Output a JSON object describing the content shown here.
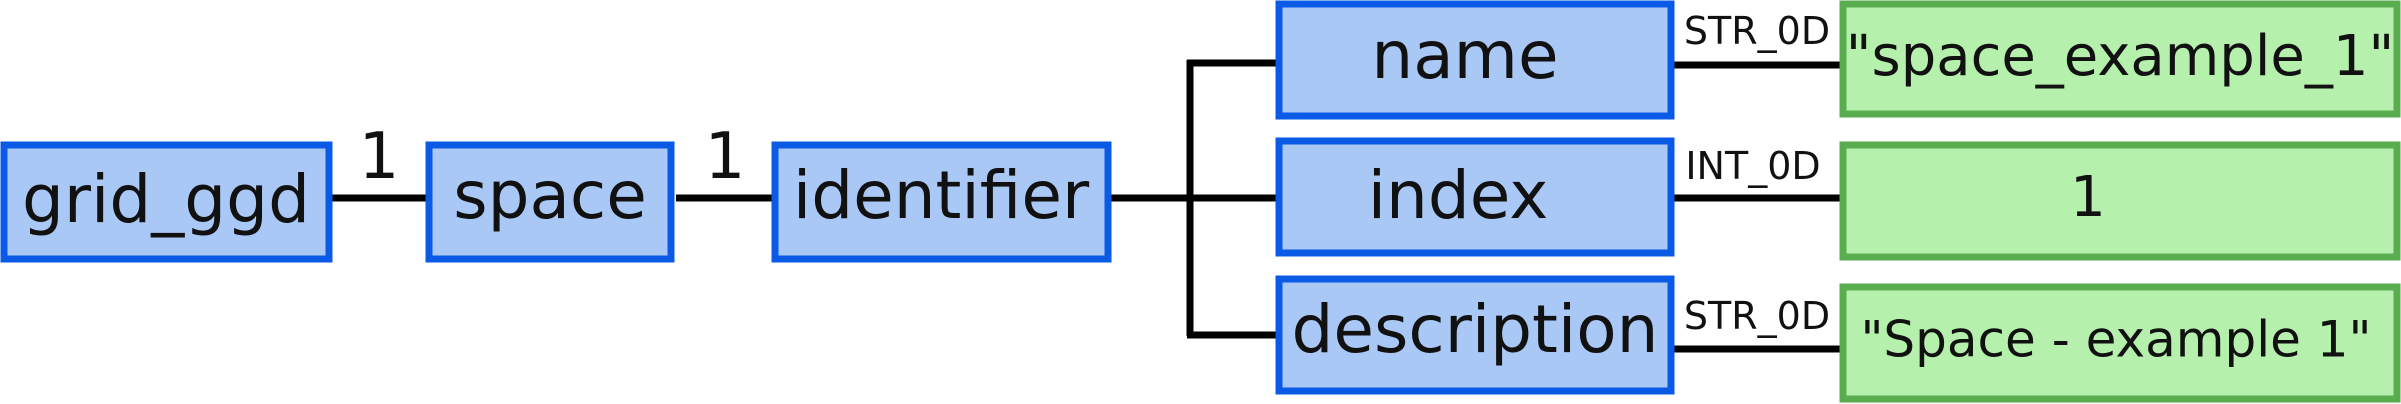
{
  "nodes": {
    "grid_ggd": "grid_ggd",
    "space": "space",
    "identifier": "identifier",
    "name": "name",
    "index": "index",
    "description": "description"
  },
  "values": {
    "name": "\"space_example_1\"",
    "index": "1",
    "description": "\"Space - example 1\""
  },
  "edges": {
    "grid_ggd_space": "1",
    "space_identifier": "1",
    "name_type": "STR_0D",
    "index_type": "INT_0D",
    "description_type": "STR_0D"
  },
  "colors": {
    "structure_fill": "#a9c8f5",
    "structure_stroke": "#0a5ae6",
    "value_fill": "#b5f0ad",
    "value_stroke": "#5aad4f"
  }
}
